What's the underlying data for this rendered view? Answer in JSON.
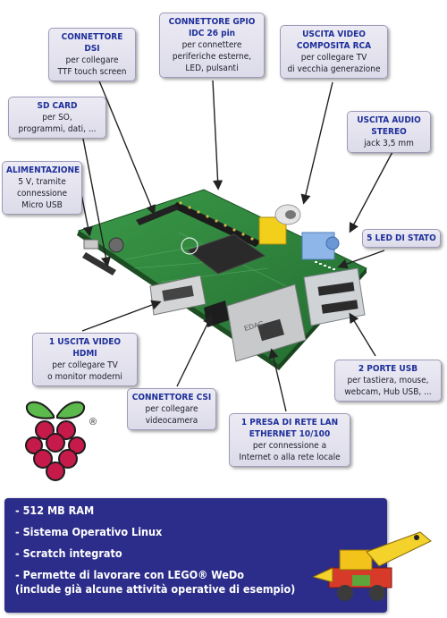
{
  "callouts": {
    "dsi": {
      "title": "CONNETTORE DSI",
      "text": "per collegare\nTTF touch screen"
    },
    "gpio": {
      "title": "CONNETTORE GPIO\nIDC 26 pin",
      "text": "per connettere\nperiferiche esterne,\nLED, pulsanti"
    },
    "rca": {
      "title": "USCITA VIDEO\nCOMPOSITA RCA",
      "text": "per collegare TV\ndi vecchia generazione"
    },
    "sd": {
      "title": "SD CARD",
      "text": "per SO,\nprogrammi, dati, ..."
    },
    "audio": {
      "title": "USCITA AUDIO\nSTEREO",
      "text": "jack 3,5 mm"
    },
    "power": {
      "title": "ALIMENTAZIONE",
      "text": "5 V, tramite\nconnessione\nMicro USB"
    },
    "led": {
      "title": "5 LED DI STATO",
      "text": ""
    },
    "hdmi": {
      "title": "1 USCITA VIDEO HDMI",
      "text": "per collegare TV\no monitor moderni"
    },
    "usb": {
      "title": "2 PORTE USB",
      "text": "per tastiera, mouse,\nwebcam, Hub USB, ..."
    },
    "csi": {
      "title": "CONNETTORE CSI",
      "text": "per collegare\nvideocamera"
    },
    "lan": {
      "title": "1 PRESA DI RETE LAN\nETHERNET 10/100",
      "text": "per connessione a\nInternet o alla rete locale"
    }
  },
  "board_label": "EDAC",
  "logo": {
    "registered": "®"
  },
  "features": [
    "- 512 MB RAM",
    "- Sistema Operativo Linux",
    "- Scratch integrato",
    "- Permette di lavorare con LEGO® WeDo\n  (include già alcune attività operative di esempio)"
  ],
  "colors": {
    "title_blue": "#1e2f9a",
    "panel": "#2c2d8a",
    "board": "#2f8a3e",
    "arrow": "#222222"
  }
}
